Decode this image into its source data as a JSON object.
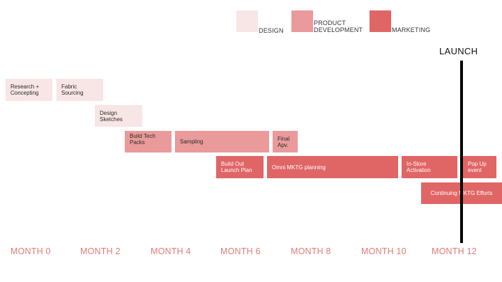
{
  "colors": {
    "design": "#f8e5e5",
    "product_development": "#ea9a9a",
    "marketing": "#e06666",
    "month_label": "#e07a7a",
    "launch_line": "#000000"
  },
  "legend": [
    {
      "key": "design",
      "label": "DESIGN"
    },
    {
      "key": "product_development",
      "label": "PRODUCT\nDEVELOPMENT"
    },
    {
      "key": "marketing",
      "label": "MARKETING"
    }
  ],
  "launch_label": "LAUNCH",
  "months": [
    "MONTH 0",
    "MONTH 2",
    "MONTH 4",
    "MONTH 6",
    "MONTH 8",
    "MONTH 10",
    "MONTH 12"
  ],
  "tasks": [
    {
      "label": "Research +\nConcepting",
      "category": "design"
    },
    {
      "label": "Fabric\nSourcing",
      "category": "design"
    },
    {
      "label": "Design\nSketches",
      "category": "design"
    },
    {
      "label": "Build Tech\nPacks",
      "category": "product_development"
    },
    {
      "label": "Sampling",
      "category": "product_development"
    },
    {
      "label": "Final\nApv.",
      "category": "product_development"
    },
    {
      "label": "Build Out\nLaunch Plan",
      "category": "marketing"
    },
    {
      "label": "Omni MKTG planning",
      "category": "marketing"
    },
    {
      "label": "In-Store\nActivation",
      "category": "marketing"
    },
    {
      "label": "Pop Up\nevent",
      "category": "marketing"
    },
    {
      "label": "Continuing MKTG Efforts",
      "category": "marketing"
    }
  ]
}
